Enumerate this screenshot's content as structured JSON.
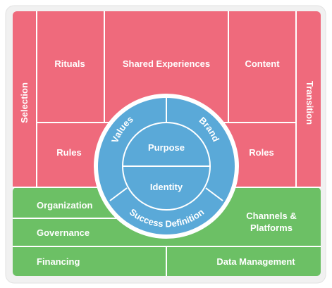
{
  "colors": {
    "red_cells": "#ef6a7c",
    "green_cells": "#6cc065",
    "circle_fill": "#5aa9d8",
    "divider": "#ffffff",
    "frame": "#f1f1f1"
  },
  "top_area": {
    "selection": "Selection",
    "rituals": "Rituals",
    "shared_experiences": "Shared Experiences",
    "content": "Content",
    "transition": "Transition",
    "rules": "Rules",
    "roles": "Roles"
  },
  "center": {
    "inner_top": "Purpose",
    "inner_bottom": "Identity",
    "ring_left": "Values",
    "ring_right": "Brand",
    "ring_bottom": "Success Definition"
  },
  "bottom_area": {
    "organization": "Organization",
    "governance": "Governance",
    "financing": "Financing",
    "channels_line1": "Channels &",
    "channels_line2": "Platforms",
    "data_management": "Data Management"
  }
}
